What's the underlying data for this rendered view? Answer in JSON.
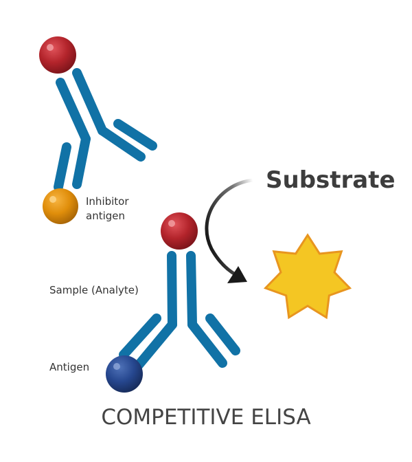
{
  "labels": {
    "inhibitor_line1": "Inhibitor",
    "inhibitor_line2": "antigen",
    "sample": "Sample (Analyte)",
    "antigen": "Antigen",
    "substrate": "Substrate",
    "title": "COMPETITIVE ELISA"
  },
  "colors": {
    "antibody": "#1172a6",
    "enzyme": "#b3242b",
    "inhibitor_antigen": "#e08e0b",
    "antigen": "#26478f",
    "star_fill": "#f4c623",
    "star_stroke": "#e8951f",
    "arrow": "#1a1a1a"
  }
}
